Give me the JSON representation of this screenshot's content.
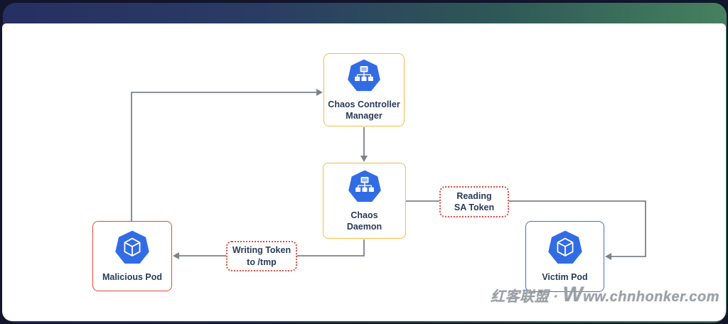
{
  "diagram": {
    "nodes": [
      {
        "id": "chaos-controller-manager",
        "label_lines": [
          "Chaos Controller",
          "Manager"
        ],
        "border_color": "#f5bb49",
        "icon": "kubernetes-controller-icon"
      },
      {
        "id": "chaos-daemon",
        "label_lines": [
          "Chaos",
          "Daemon"
        ],
        "border_color": "#f5bb49",
        "icon": "kubernetes-controller-icon"
      },
      {
        "id": "malicious-pod",
        "label_lines": [
          "Malicious Pod"
        ],
        "border_color": "#e0493c",
        "icon": "pod-icon"
      },
      {
        "id": "victim-pod",
        "label_lines": [
          "Victim Pod"
        ],
        "border_color": "#3c6fd6",
        "icon": "pod-icon"
      }
    ],
    "edge_labels": [
      {
        "id": "reading-sa-token",
        "lines": [
          "Reading",
          "SA Token"
        ],
        "border_color": "#e8463c"
      },
      {
        "id": "writing-token-to-tmp",
        "lines": [
          "Writing Token",
          "to /tmp"
        ],
        "border_color": "#e8463c"
      }
    ],
    "colors": {
      "connector_gray": "#7c828b",
      "kubernetes_blue": "#326ce5",
      "node_text": "#2a3a5a",
      "header_gradient_left": "#272f62",
      "header_gradient_right": "#45815f"
    }
  },
  "watermark": {
    "prefix": "红客联盟 · ",
    "big_w": "W",
    "rest": "ww.chnhonker.com"
  }
}
